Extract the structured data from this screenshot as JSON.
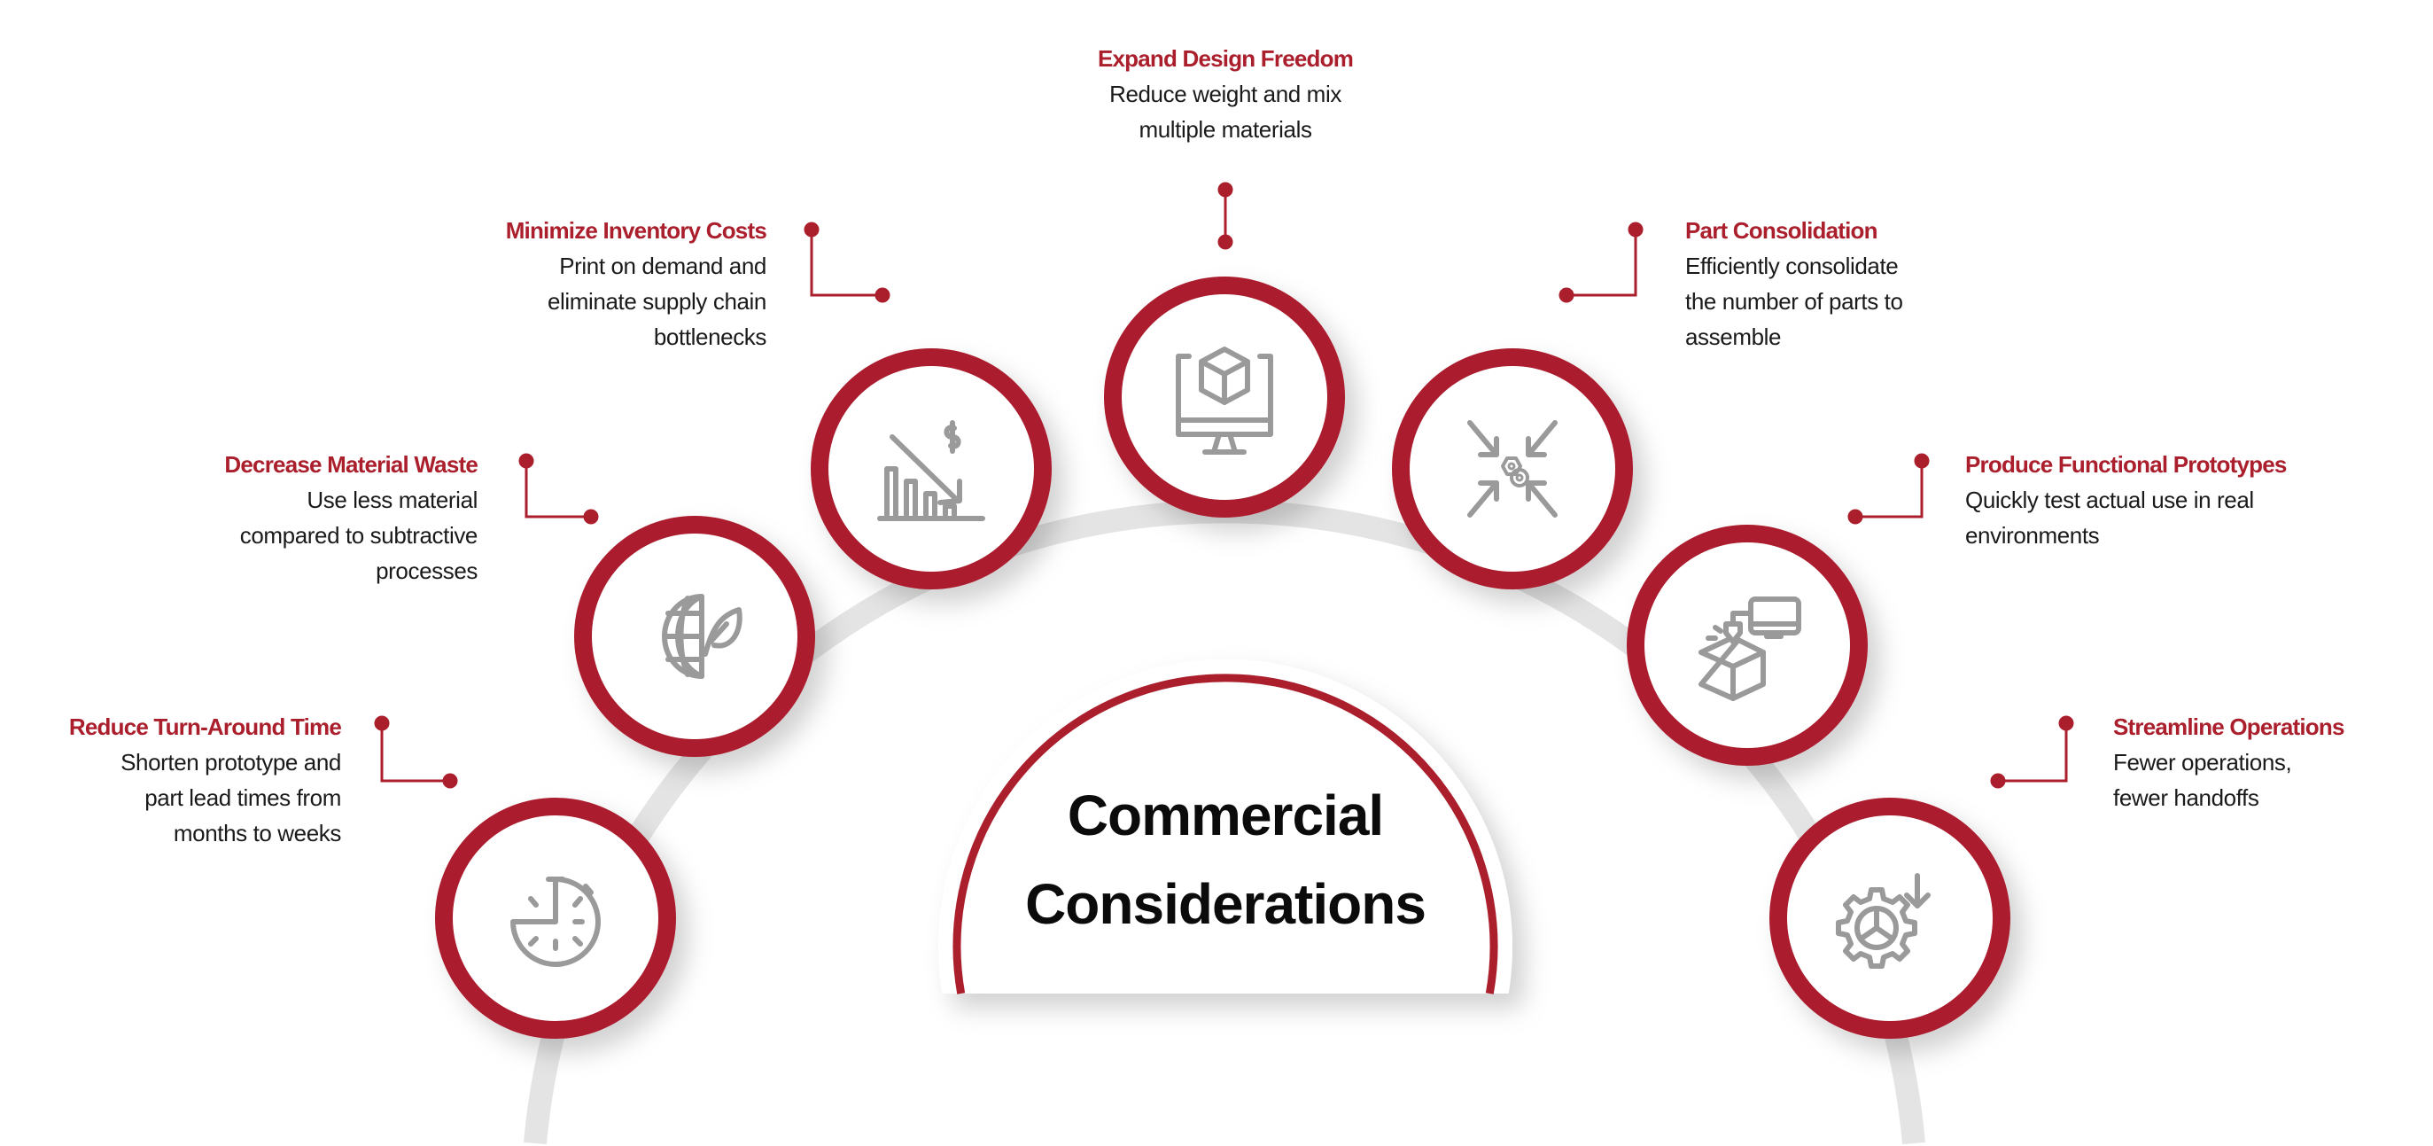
{
  "center": {
    "line1": "Commercial",
    "line2": "Considerations"
  },
  "colors": {
    "accent": "#ab1f2d",
    "icon": "#9a9a9a",
    "track": "#e4e4e4"
  },
  "items": [
    {
      "title": "Reduce Turn-Around Time",
      "lines": [
        "Shorten prototype and",
        "part lead times from",
        "months to weeks"
      ],
      "icon": "stopwatch-icon"
    },
    {
      "title": "Decrease Material Waste",
      "lines": [
        "Use less material",
        "compared to subtractive",
        "processes"
      ],
      "icon": "globe-leaf-icon"
    },
    {
      "title": "Minimize Inventory Costs",
      "lines": [
        "Print on demand and",
        "eliminate supply chain",
        "bottlenecks"
      ],
      "icon": "cost-down-chart-icon"
    },
    {
      "title": "Expand Design Freedom",
      "lines": [
        "Reduce weight and mix",
        "multiple materials"
      ],
      "icon": "monitor-cube-icon"
    },
    {
      "title": "Part Consolidation",
      "lines": [
        "Efficiently consolidate",
        "the number of parts to",
        "assemble"
      ],
      "icon": "consolidate-arrows-icon"
    },
    {
      "title": "Produce Functional Prototypes",
      "lines": [
        "Quickly test actual use in real",
        "environments"
      ],
      "icon": "3d-print-prototype-icon"
    },
    {
      "title": "Streamline Operations",
      "lines": [
        "Fewer operations,",
        "fewer handoffs"
      ],
      "icon": "gear-arrow-icon"
    }
  ]
}
